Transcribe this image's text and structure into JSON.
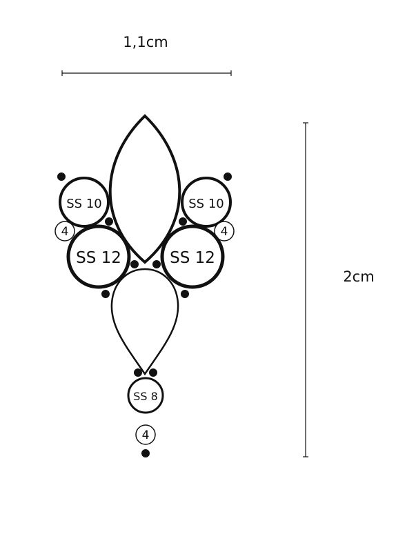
{
  "dimensions": {
    "width_label": "1,1cm",
    "height_label": "2cm"
  },
  "stones": {
    "ss10_left": "SS 10",
    "ss10_right": "SS 10",
    "ss12_left": "SS 12",
    "ss12_right": "SS 12",
    "ss8": "SS 8"
  },
  "small_stones": {
    "left": "4",
    "right": "4",
    "bottom": "4"
  },
  "colors": {
    "ink": "#111111",
    "background": "#ffffff"
  }
}
